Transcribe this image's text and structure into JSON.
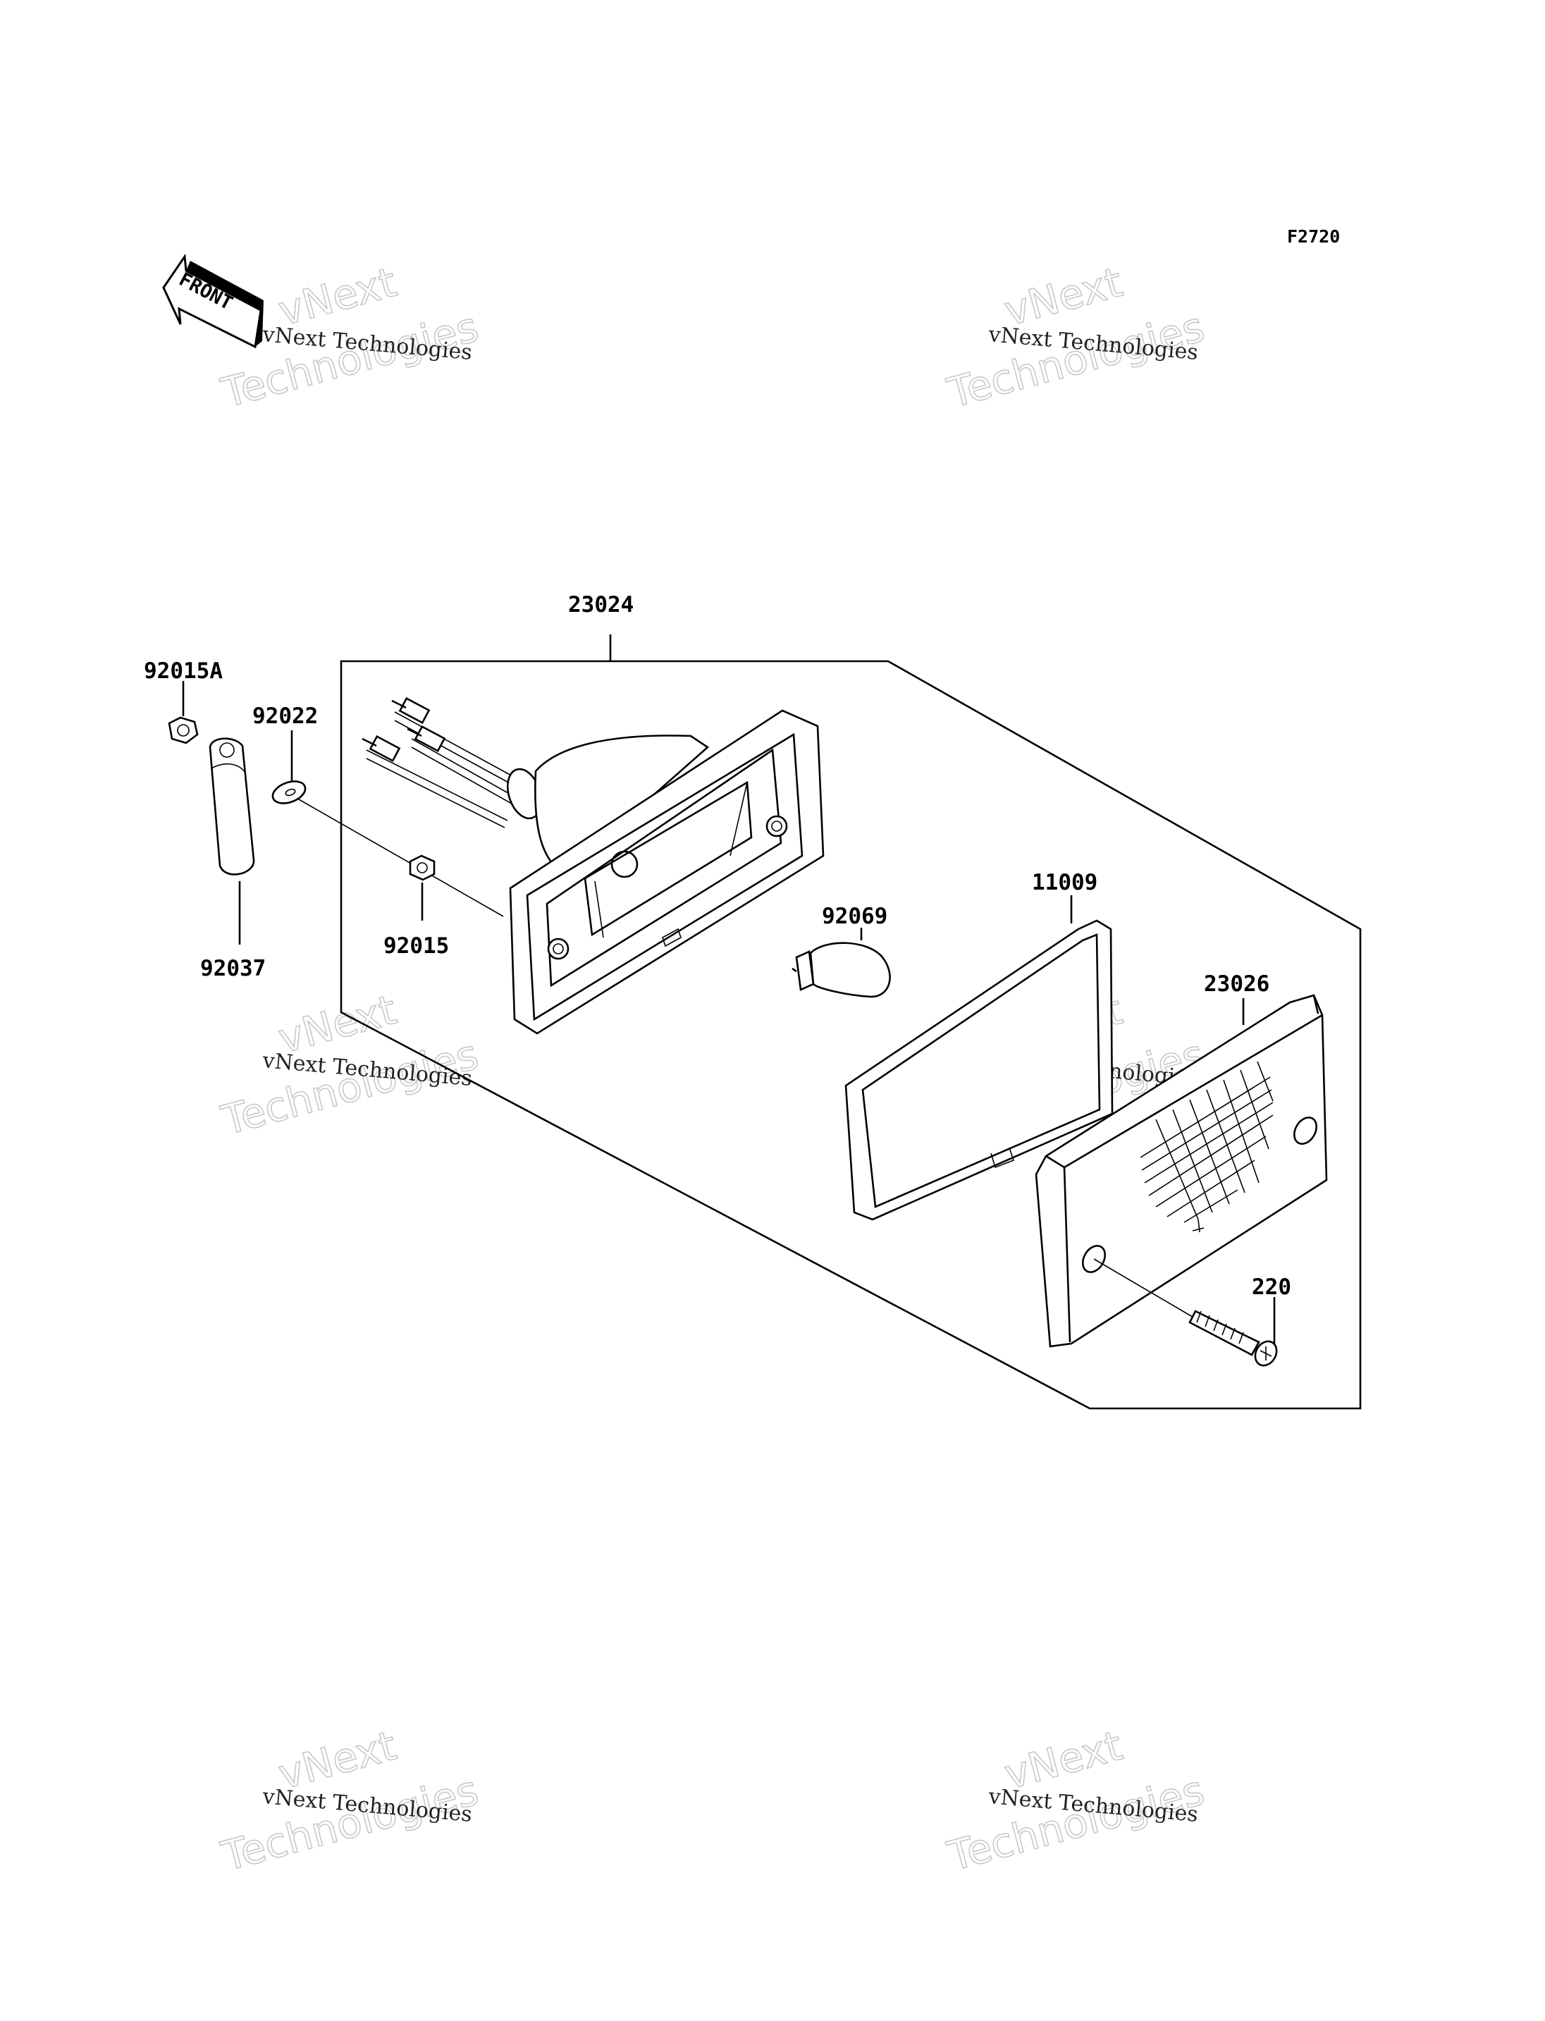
{
  "figure_code": "F2720",
  "front_marker": "FRONT",
  "watermark": {
    "line": "vNext Technologies",
    "big_line1": "vNext",
    "big_line2": "Technologies"
  },
  "parts": {
    "p23024": "23024",
    "p92015A": "92015A",
    "p92022": "92022",
    "p92037": "92037",
    "p92015": "92015",
    "p11009": "11009",
    "p92069": "92069",
    "p23026": "23026",
    "p220": "220"
  },
  "colors": {
    "line": "#000000",
    "background": "#ffffff",
    "watermark": "#c9c9c9"
  }
}
